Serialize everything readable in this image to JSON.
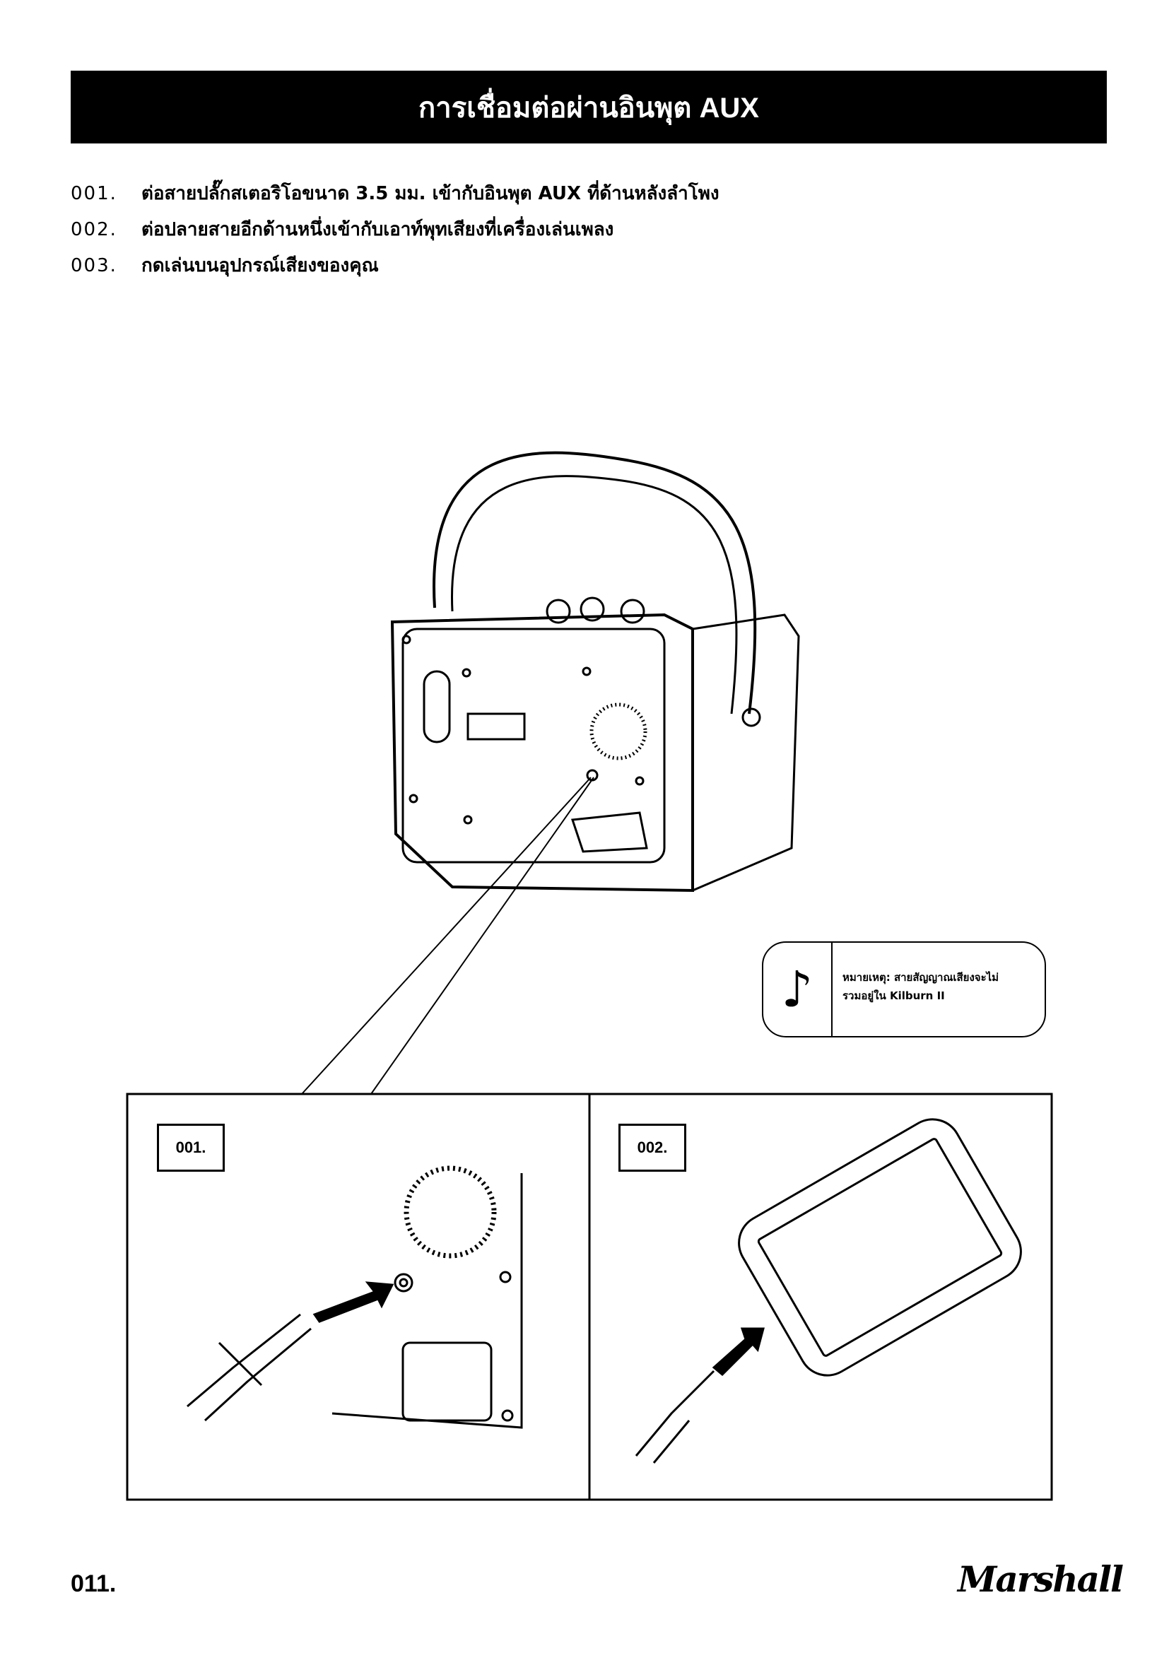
{
  "header": {
    "title": "การเชื่อมต่อผ่านอินพุต AUX"
  },
  "steps": [
    {
      "num": "001.",
      "text": "ต่อสายปลั๊กสเตอริโอขนาด 3.5 มม. เข้ากับอินพุต AUX ที่ด้านหลังลำโพง"
    },
    {
      "num": "002.",
      "text": "ต่อปลายสายอีกด้านหนึ่งเข้ากับเอาท์พุทเสียงที่เครื่องเล่นเพลง"
    },
    {
      "num": "003.",
      "text": "กดเล่นบนอุปกรณ์เสียงของคุณ"
    }
  ],
  "note": {
    "icon": "music-note-icon",
    "line1": "หมายเหตุ: สายสัญญาณเสียงจะไม่",
    "line2": "รวมอยู่ใน Kilburn II"
  },
  "panels": [
    {
      "label": "001."
    },
    {
      "label": "002."
    }
  ],
  "footer": {
    "page_number": "011.",
    "brand": "Marshall"
  }
}
